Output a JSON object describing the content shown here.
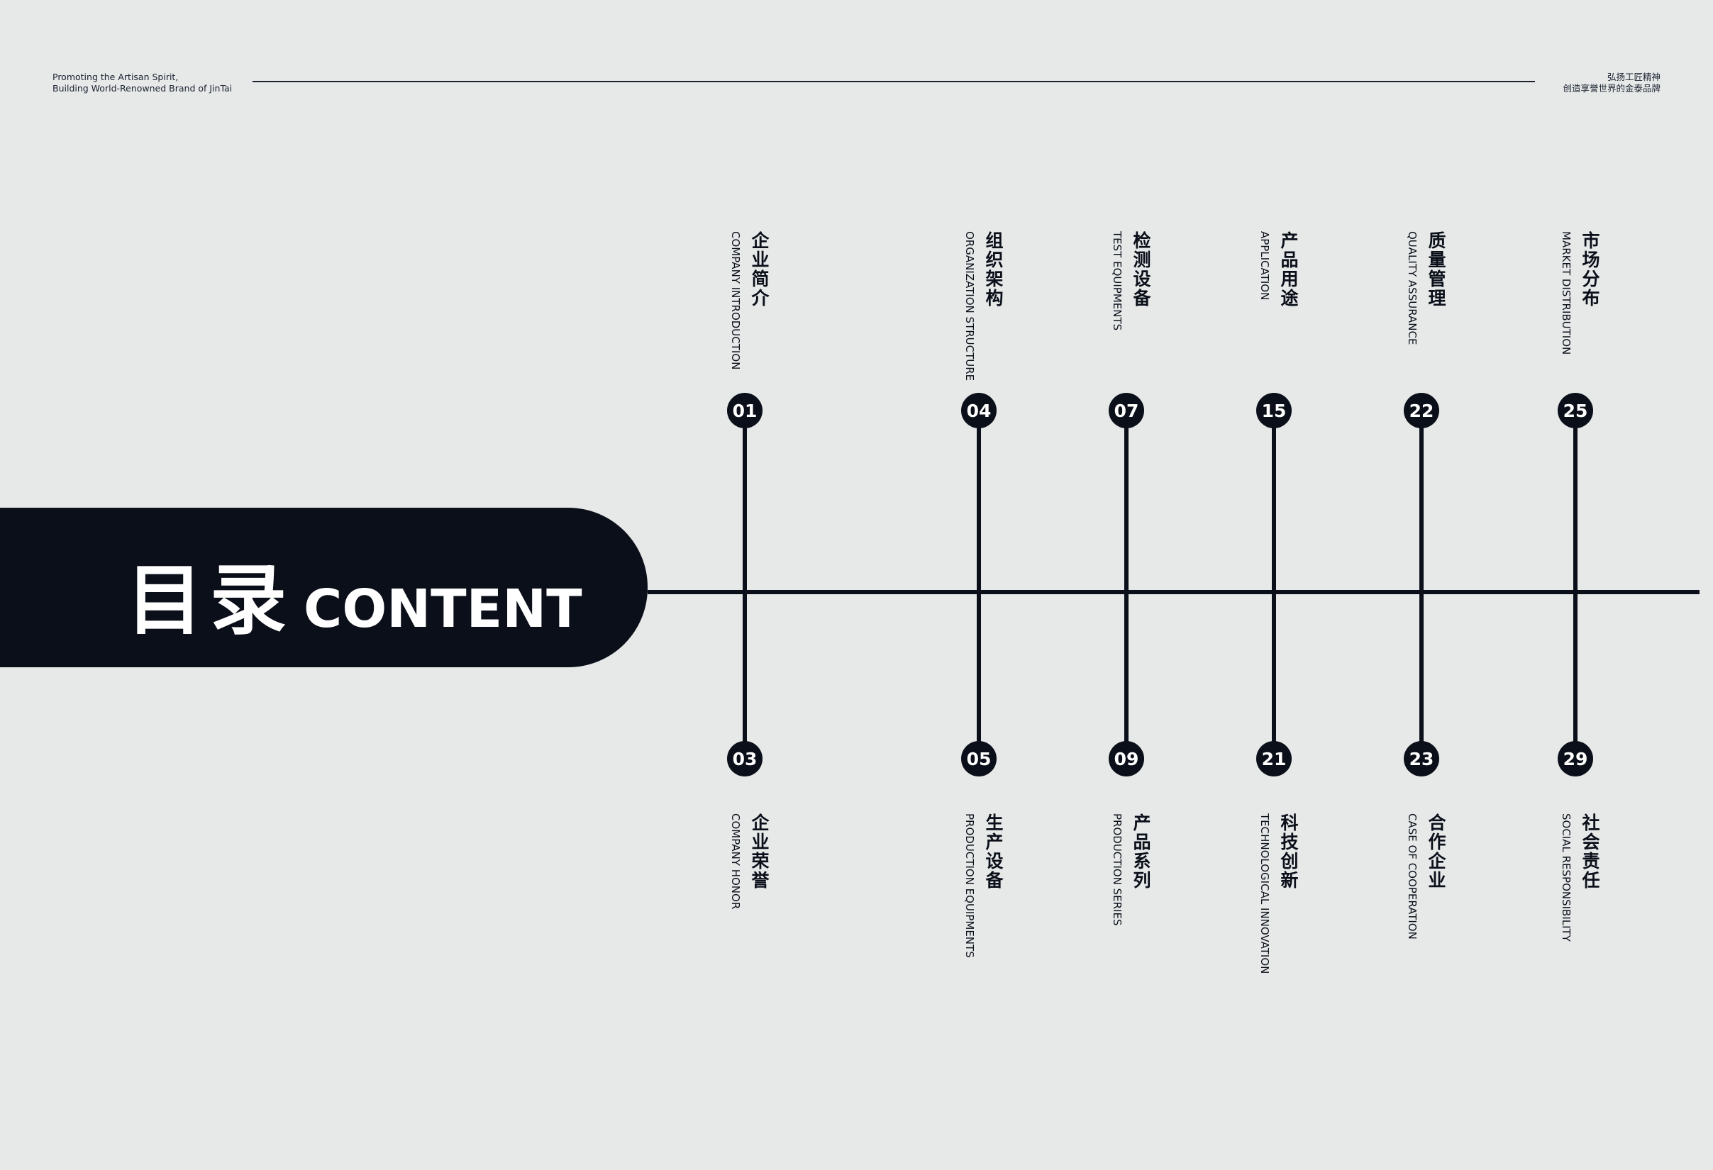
{
  "header": {
    "left_line1": "Promoting the Artisan Spirit,",
    "left_line2": "Building World-Renowned Brand of JinTai",
    "right_line1": "弘扬工匠精神",
    "right_line2": "创造享誉世界的金泰品牌"
  },
  "title": {
    "cn": "目录",
    "en": "CONTENT"
  },
  "columns": [
    {
      "top": {
        "num": "01",
        "cn": "企业简介",
        "en": "COMPANY INTRODUCTION"
      },
      "bottom": {
        "num": "03",
        "cn": "企业荣誉",
        "en": "COMPANY HONOR"
      }
    },
    {
      "top": {
        "num": "04",
        "cn": "组织架构",
        "en": "ORGANIZATION STRUCTURE"
      },
      "bottom": {
        "num": "05",
        "cn": "生产设备",
        "en": "PRODUCTION EQUIPMENTS"
      }
    },
    {
      "top": {
        "num": "07",
        "cn": "检测设备",
        "en": "TEST EQUIPMENTS"
      },
      "bottom": {
        "num": "09",
        "cn": "产品系列",
        "en": "PRODUCTION SERIES"
      }
    },
    {
      "top": {
        "num": "15",
        "cn": "产品用途",
        "en": "APPLICATION"
      },
      "bottom": {
        "num": "21",
        "cn": "科技创新",
        "en": "TECHNOLOGICAL INNOVATION"
      }
    },
    {
      "top": {
        "num": "22",
        "cn": "质量管理",
        "en": "QUALITY ASSURANCE"
      },
      "bottom": {
        "num": "23",
        "cn": "合作企业",
        "en": "CASE OF COOPERATION"
      }
    },
    {
      "top": {
        "num": "25",
        "cn": "市场分布",
        "en": "MARKET DISTRIBUTION"
      },
      "bottom": {
        "num": "29",
        "cn": "社会责任",
        "en": "SOCIAL RESPONSIBILITY"
      }
    }
  ]
}
